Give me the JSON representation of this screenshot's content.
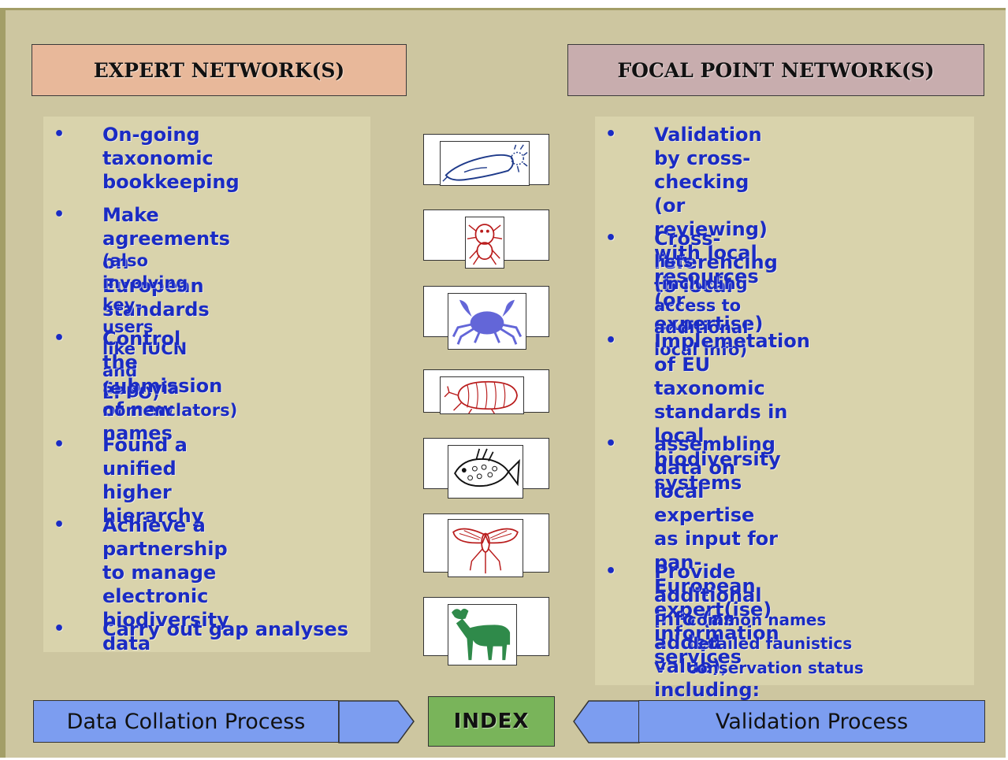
{
  "headers": {
    "left": "EXPERT NETWORK(S)",
    "right": "FOCAL POINT NETWORK(S)"
  },
  "bullet_char": "•",
  "dash_char": "–",
  "left_items": [
    {
      "main": "On-going taxonomic\nbookkeeping"
    },
    {
      "main": "Make agreements on\nEuropean standards",
      "sub": "(also involving key-users\nlike IUCN and EPPO)"
    },
    {
      "main": "Control the submission\nof new names",
      "sub": "(e.g. via nomenclators)"
    },
    {
      "main": "Found a unified higher\nhierarchy"
    },
    {
      "main": "Achieve a partnership\nto manage electronic\nbiodiversity data"
    },
    {
      "main": "Carry out gap analyses"
    }
  ],
  "right_items": [
    {
      "main": "Validation by cross-checking\n(or reviewing) with local\nresources (or expertise)"
    },
    {
      "main": "Cross-referencing to local",
      "sub": "lists (including access to\nadditional local info)"
    },
    {
      "main": "Implemetation of EU\ntaxonomic standards in local\nbiodiversity systems"
    },
    {
      "main": "assembling data on local\nexpertise as input for pan-\nEuropean expert(ise)\ninformation services"
    },
    {
      "main": "Provide additional info (as\nadded value), including:"
    }
  ],
  "right_subitems": [
    "common names",
    "detailed faunistics",
    "conservation status"
  ],
  "animals": [
    "slug",
    "spider",
    "crab",
    "beetle",
    "fish",
    "fly",
    "moose"
  ],
  "process": {
    "left": "Data Collation Process",
    "center": "INDEX",
    "right": "Validation Process"
  },
  "colors": {
    "background": "#cdc6a0",
    "text_blue": "#1a2bc4",
    "expert_header": "#e8b89a",
    "focal_header": "#c8adae",
    "process_blue": "#7c9df0",
    "index_green": "#79b45a"
  }
}
